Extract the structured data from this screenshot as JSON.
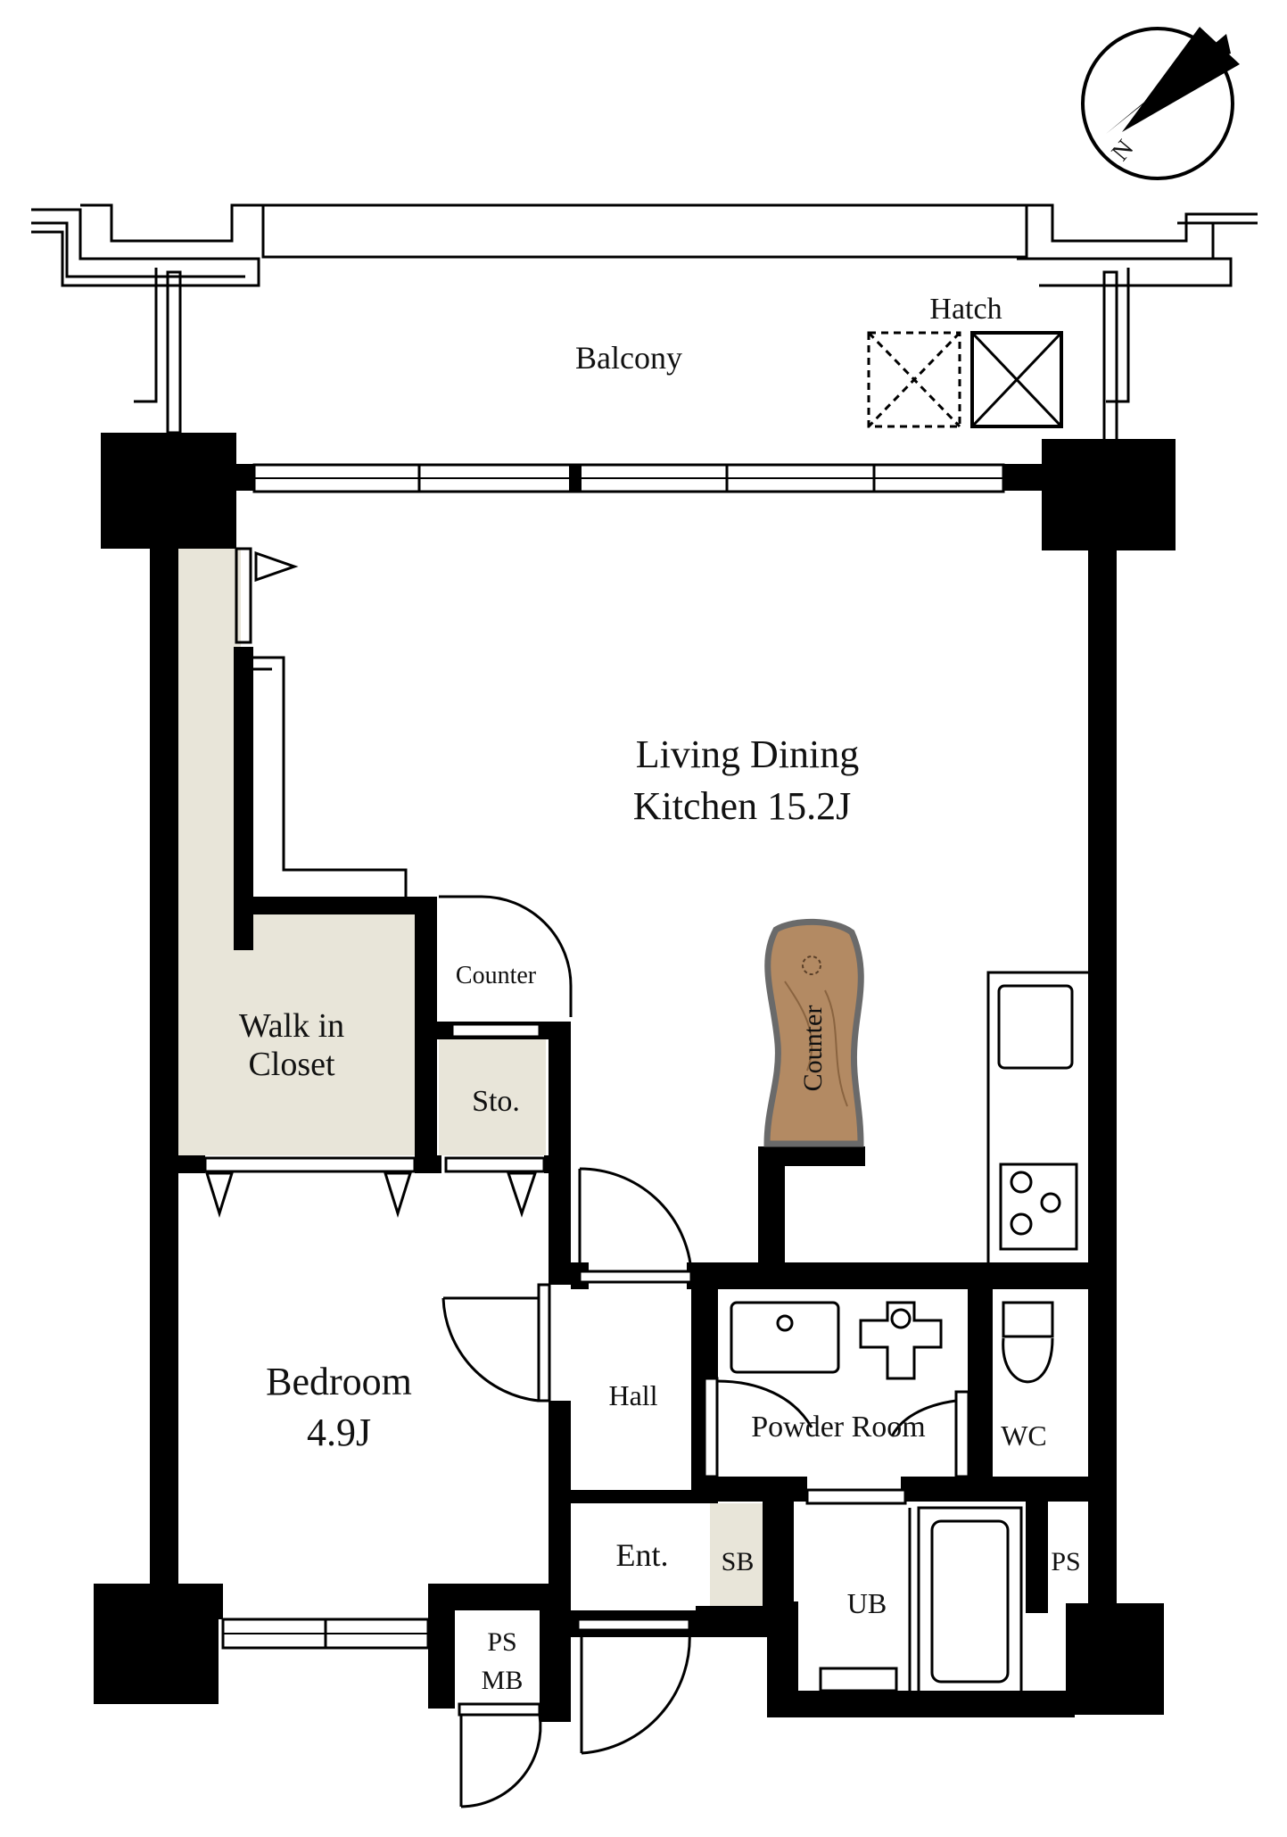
{
  "compass": {
    "label": "N",
    "icon": "north-arrow-icon"
  },
  "rooms": {
    "balcony": "Balcony",
    "hatch": "Hatch",
    "ldk_line1": "Living Dining",
    "ldk_line2": "Kitchen 15.2J",
    "walk_in_closet_line1": "Walk in",
    "walk_in_closet_line2": "Closet",
    "counter_top": "Counter",
    "storage": "Sto.",
    "counter_island": "Counter",
    "bedroom_line1": "Bedroom",
    "bedroom_line2": "4.9J",
    "hall": "Hall",
    "powder_room": "Powder Room",
    "wc": "WC",
    "entrance": "Ent.",
    "shoe_box": "SB",
    "unit_bath": "UB",
    "ps_right": "PS",
    "ps_mb_line1": "PS",
    "ps_mb_line2": "MB"
  },
  "colors": {
    "wall": "#000000",
    "closet_fill": "#e8e5d9",
    "counter_wood": "#b38a63"
  }
}
